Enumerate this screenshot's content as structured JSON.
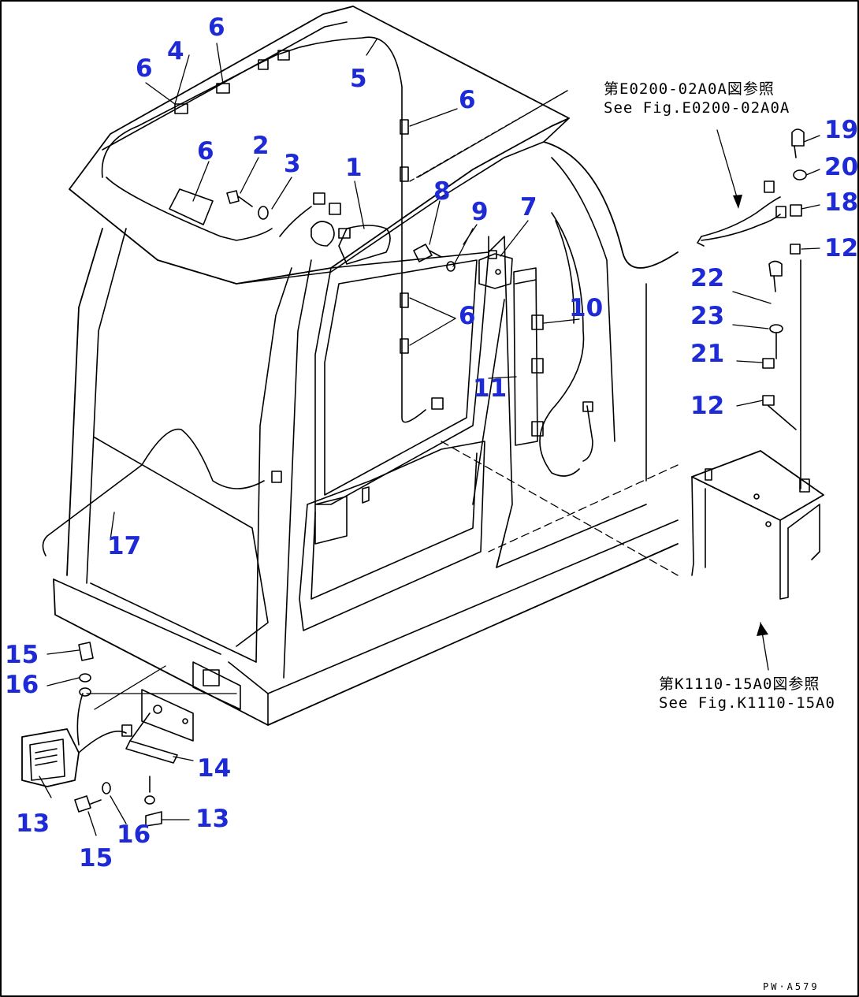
{
  "colors": {
    "callout": "#1d2ad6",
    "line": "#000000",
    "background": "#ffffff"
  },
  "callouts": {
    "c1": "1",
    "c2": "2",
    "c3": "3",
    "c4": "4",
    "c5": "5",
    "c6a": "6",
    "c6b": "6",
    "c6c": "6",
    "c6d": "6",
    "c6e": "6",
    "c7": "7",
    "c8": "8",
    "c9": "9",
    "c10": "10",
    "c11": "11",
    "c12a": "12",
    "c12b": "12",
    "c13a": "13",
    "c13b": "13",
    "c14": "14",
    "c15a": "15",
    "c15b": "15",
    "c16a": "16",
    "c16b": "16",
    "c17": "17",
    "c18": "18",
    "c19": "19",
    "c20": "20",
    "c21": "21",
    "c22": "22",
    "c23": "23"
  },
  "references": {
    "top_jp": "第E0200-02A0A図参照",
    "top_en": "See Fig.E0200-02A0A",
    "bottom_jp": "第K1110-15A0図参照",
    "bottom_en": "See Fig.K1110-15A0"
  },
  "drawing_code": "PW·A579"
}
